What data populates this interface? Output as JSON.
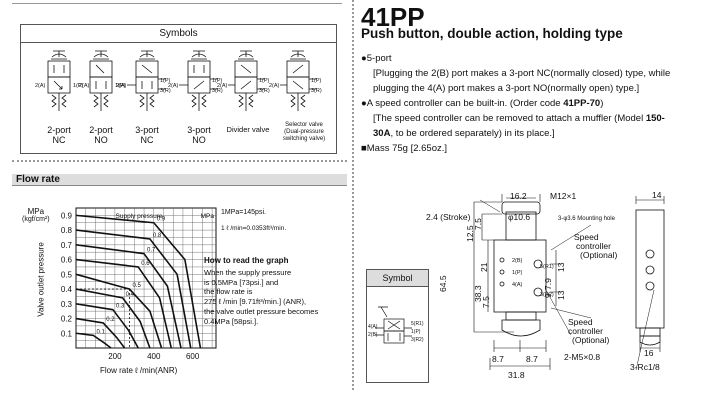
{
  "symbols_panel": {
    "title": "Symbols",
    "items": [
      {
        "label_top": "2-port",
        "label_bottom": "NC"
      },
      {
        "label_top": "2-port",
        "label_bottom": "NO"
      },
      {
        "label_top": "3-port",
        "label_bottom": "NC"
      },
      {
        "label_top": "3-port",
        "label_bottom": "NO"
      },
      {
        "label_top": "Divider valve",
        "label_bottom": ""
      },
      {
        "label_top": "Selector valve",
        "label_bottom": "(Dual-pressure switching valve)"
      }
    ],
    "port_labels": {
      "p1": "1(P)",
      "p2": "2(A)",
      "p3": "3(R)"
    }
  },
  "flow_rate": {
    "section_title": "Flow rate",
    "ylabel_unit": "MPa",
    "ylabel_unit2": "(kgf/cm²)",
    "ylabel": "Valve outlet pressure",
    "xlabel": "Flow rate  ℓ /min(ANR)",
    "inner_label": "Supply pressure",
    "inner_unit": "MPa",
    "conv1": "1MPa=145psi.",
    "conv2": "1 ℓ /min=0.0353ft³/min.",
    "howto_title": "How to read the graph",
    "howto_text": [
      "When the supply pressure",
      "is 0.5MPa [73psi.] and",
      "the flow rate is",
      "275 ℓ /min [9.71ft³/min.] (ANR),",
      "the valve outlet pressure becomes",
      "0.4MPa [58psi.]."
    ]
  },
  "chart_data": {
    "type": "line",
    "title": "",
    "xlabel": "Flow rate ℓ /min(ANR)",
    "ylabel": "Valve outlet pressure",
    "x_ticks": [
      "200",
      "400",
      "600"
    ],
    "y_ticks": [
      "0.9",
      "0.8",
      "0.7",
      "0.6",
      "0.5",
      "0.4",
      "0.3",
      "0.2",
      "0.1"
    ],
    "xlim": [
      0,
      720
    ],
    "ylim": [
      0,
      0.95
    ],
    "series": [
      {
        "name": "0.9",
        "values": [
          [
            0,
            0.9
          ],
          [
            400,
            0.85
          ],
          [
            560,
            0.6
          ],
          [
            640,
            0.0
          ]
        ]
      },
      {
        "name": "0.8",
        "values": [
          [
            0,
            0.8
          ],
          [
            380,
            0.74
          ],
          [
            520,
            0.5
          ],
          [
            590,
            0.0
          ]
        ]
      },
      {
        "name": "0.7",
        "values": [
          [
            0,
            0.7
          ],
          [
            350,
            0.64
          ],
          [
            470,
            0.42
          ],
          [
            540,
            0.0
          ]
        ]
      },
      {
        "name": "0.6",
        "values": [
          [
            0,
            0.6
          ],
          [
            320,
            0.55
          ],
          [
            430,
            0.34
          ],
          [
            490,
            0.0
          ]
        ]
      },
      {
        "name": "0.5",
        "values": [
          [
            0,
            0.5
          ],
          [
            275,
            0.4
          ],
          [
            380,
            0.25
          ],
          [
            440,
            0.0
          ]
        ]
      },
      {
        "name": "0.4",
        "values": [
          [
            0,
            0.4
          ],
          [
            240,
            0.34
          ],
          [
            330,
            0.18
          ],
          [
            380,
            0.0
          ]
        ]
      },
      {
        "name": "0.3",
        "values": [
          [
            0,
            0.3
          ],
          [
            190,
            0.26
          ],
          [
            270,
            0.12
          ],
          [
            320,
            0.0
          ]
        ]
      },
      {
        "name": "0.2",
        "values": [
          [
            0,
            0.2
          ],
          [
            140,
            0.17
          ],
          [
            210,
            0.07
          ],
          [
            250,
            0.0
          ]
        ]
      },
      {
        "name": "0.1",
        "values": [
          [
            0,
            0.1
          ],
          [
            90,
            0.085
          ],
          [
            150,
            0.03
          ],
          [
            180,
            0.0
          ]
        ]
      }
    ],
    "grid": true,
    "annotation": {
      "supply": 0.5,
      "flow": 275,
      "outlet": 0.4
    }
  },
  "product": {
    "model": "41PP",
    "subtitle": "Push button, double action, holding type",
    "features": [
      {
        "bullet": "●",
        "head": "5-port",
        "body": "[Plugging the 2(B) port makes a 3-port NC(normally closed) type, while plugging the 4(A) port makes a 3-port NO(normally open) type.]"
      },
      {
        "bullet": "●",
        "head_pre": "A speed controller can be built-in. (Order code ",
        "head_code": "41PP-70",
        "head_post": ")",
        "body_pre": "[The speed controller can be removed to attach a muffler (Model ",
        "body_code": "150-30A",
        "body_post": ", to be ordered separately) in its place.]"
      },
      {
        "bullet": "■",
        "head": "Mass 75g [2.65oz.]"
      }
    ]
  },
  "drawing": {
    "symbol_label": "Symbol",
    "sym_ports": {
      "a": "4(A)",
      "b": "2(B)",
      "p": "1(P)",
      "r1": "5(R1)",
      "r2": "3(R2)"
    },
    "dims": {
      "d162": "16.2",
      "m12": "M12×1",
      "d106": "φ10.6",
      "stroke": "2.4 (Stroke)",
      "holes": "3-φ3.6 Mounting hole",
      "d125": "12.5",
      "d75": "7.5",
      "d21": "21",
      "d645": "64.5",
      "d383": "38.3",
      "d75b": "7.5",
      "d13a": "13",
      "d79": "7.9",
      "d9": "9",
      "d13b": "13",
      "d87a": "8.7",
      "d87b": "8.7",
      "d318": "31.8",
      "d14": "14",
      "d16": "16",
      "m5": "2-M5×0.8",
      "rc": "3-Rc1/8",
      "sc_top_a": "Speed",
      "sc_top_b": "controller",
      "sc_top_c": "(Optional)",
      "sc_bot_a": "Speed",
      "sc_bot_b": "controller",
      "sc_bot_c": "(Optional)",
      "p_2b": "2(B)",
      "p_1p": "1(P)",
      "p_4a": "4(A)",
      "p_5r1": "5(R1)",
      "p_3r2": "3(R2)"
    }
  }
}
